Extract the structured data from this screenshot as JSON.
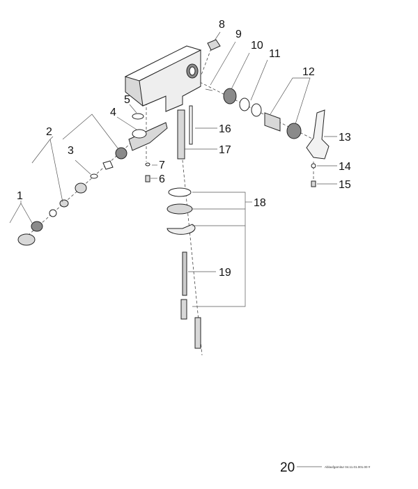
{
  "labels": {
    "p1": "1",
    "p2": "2",
    "p3": "3",
    "p4": "4",
    "p5": "5",
    "p6": "6",
    "p7": "7",
    "p8": "8",
    "p9": "9",
    "p10": "10",
    "p11": "11",
    "p12": "12",
    "p13": "13",
    "p14": "14",
    "p15": "15",
    "p16": "16",
    "p17": "17",
    "p18": "18",
    "p19": "19",
    "p20": "20"
  },
  "footnote": "Ablaufgarnitur 04.11.01.001.00 #"
}
